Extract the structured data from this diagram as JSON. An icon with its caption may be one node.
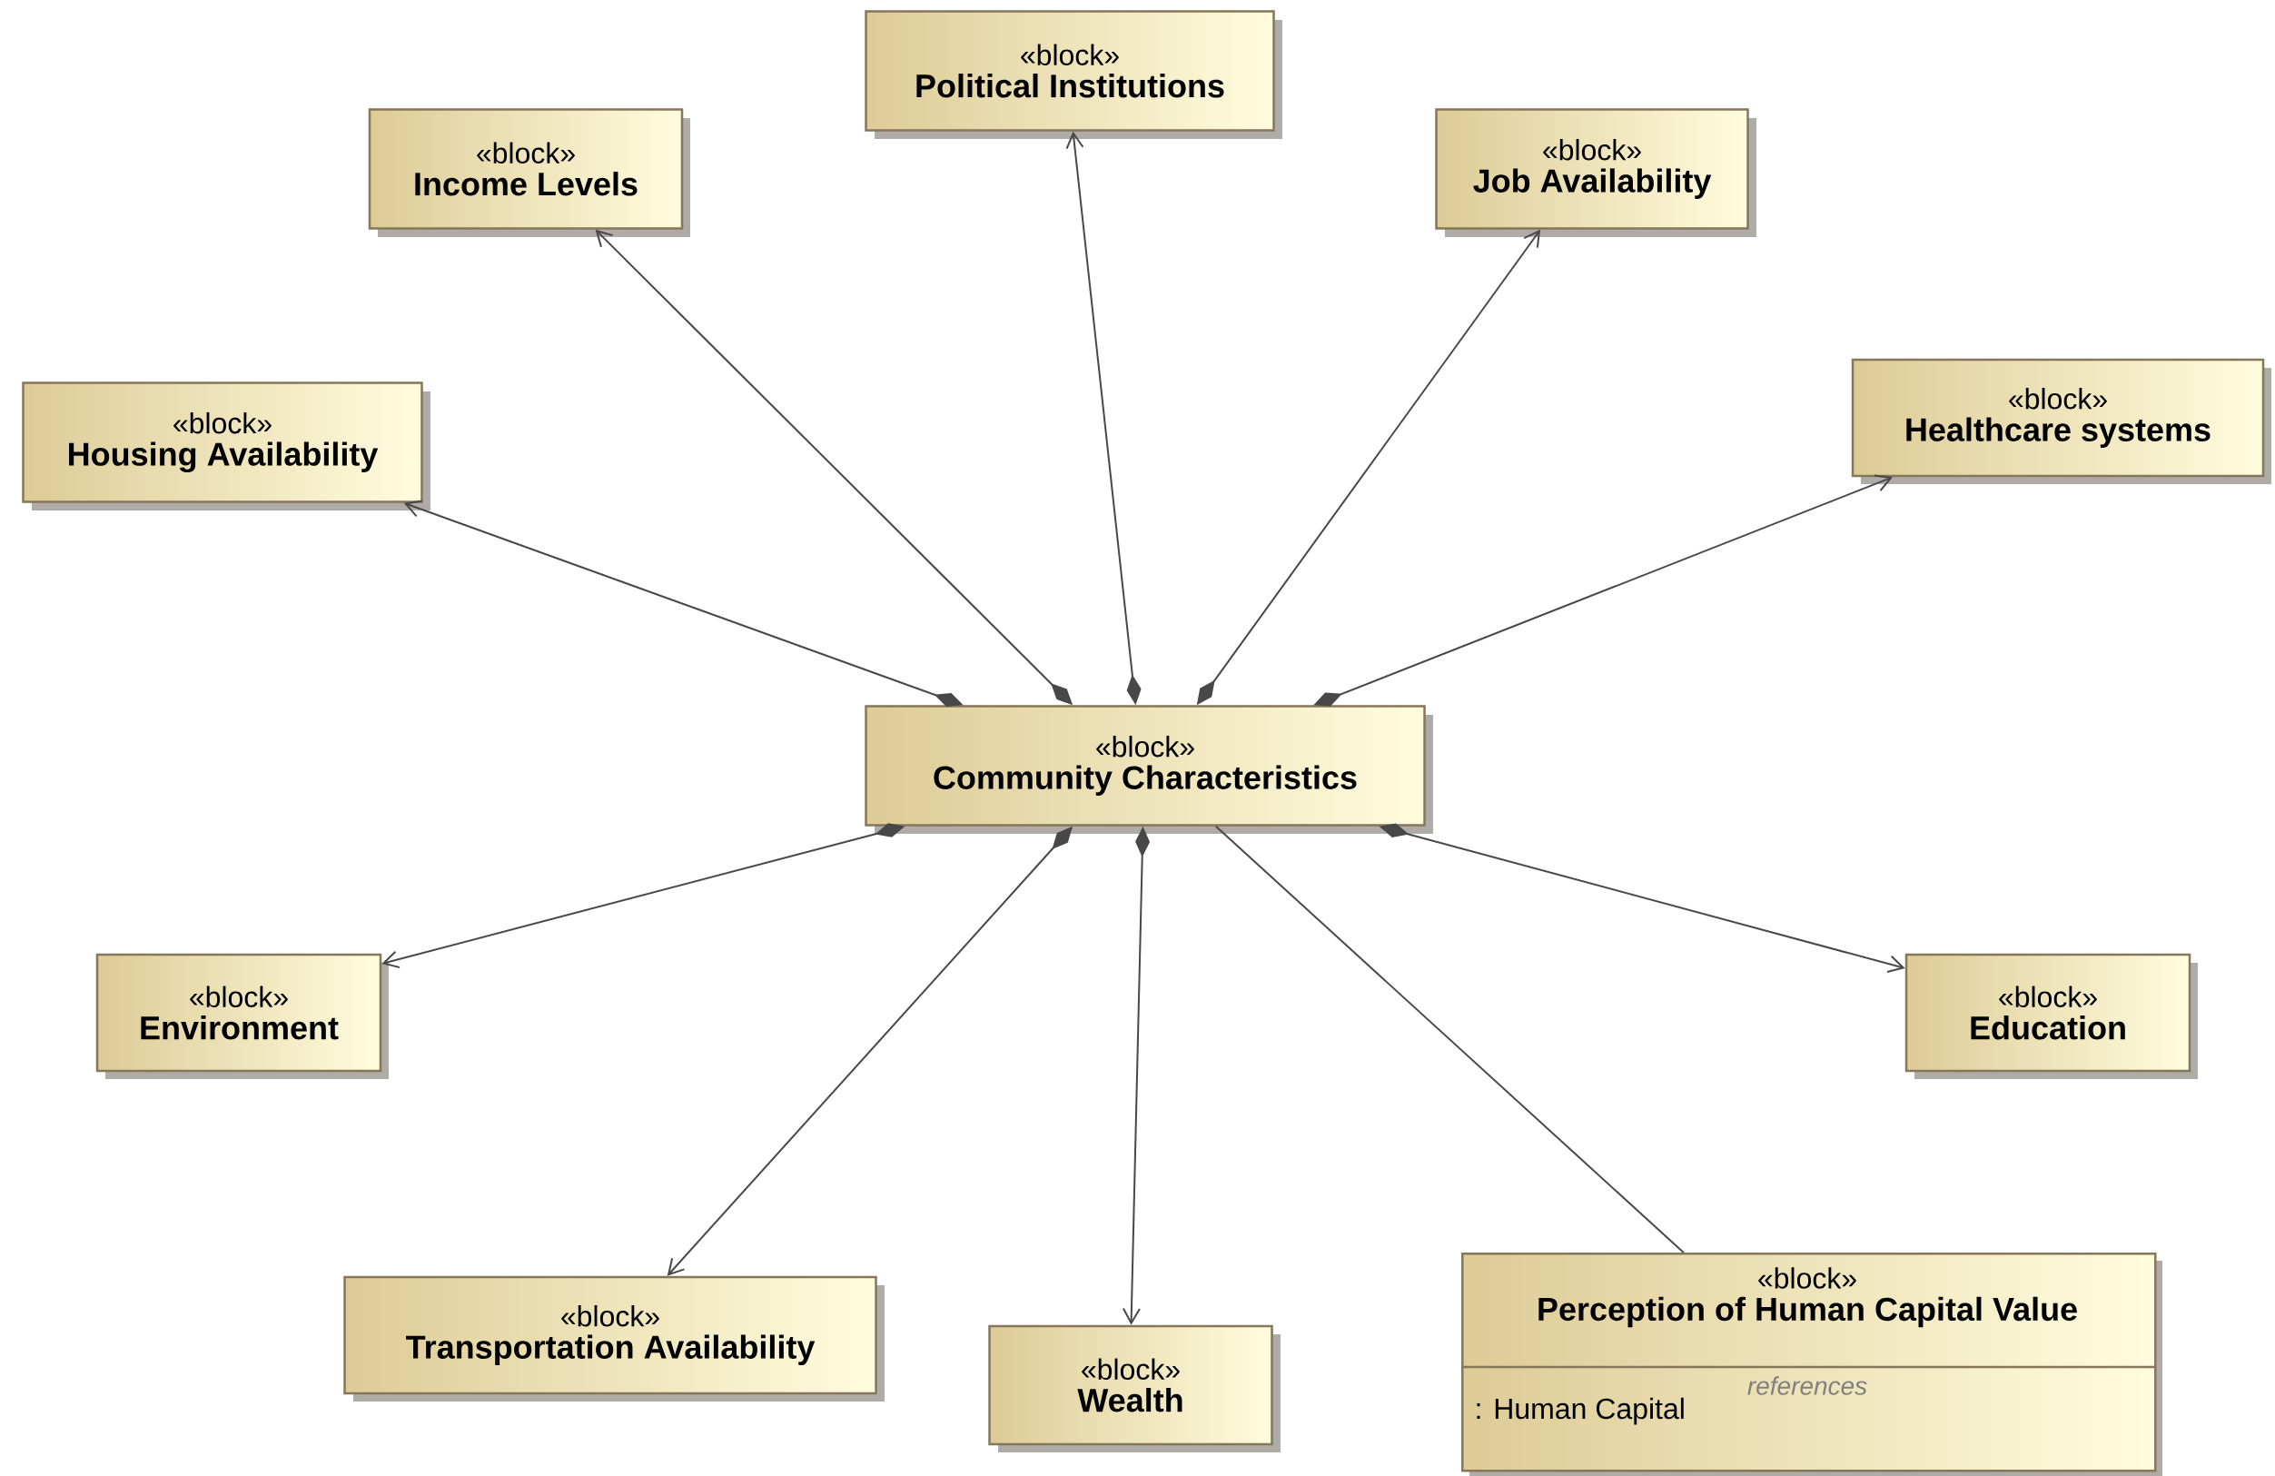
{
  "diagram": {
    "nodes": [
      {
        "text": [
          "«block»",
          "Political Institutions"
        ]
      },
      {
        "text": [
          "«block»",
          "Income Levels"
        ]
      },
      {
        "text": [
          "«block»",
          "Job Availability"
        ]
      },
      {
        "text": [
          "«block»",
          "Housing Availability"
        ]
      },
      {
        "text": [
          "«block»",
          "Healthcare systems"
        ]
      },
      {
        "text": [
          "«block»",
          "Community Characteristics"
        ]
      },
      {
        "text": [
          "«block»",
          "Environment"
        ]
      },
      {
        "text": [
          "«block»",
          "Education"
        ]
      },
      {
        "text": [
          "«block»",
          "Transportation Availability"
        ]
      },
      {
        "text": [
          "«block»",
          "Wealth"
        ]
      },
      {
        "text": [
          "«block»",
          "Perception of Human Capital Value",
          "references",
          ": Human Capital"
        ]
      }
    ],
    "edges": [
      {
        "from": 5,
        "to": 3,
        "arrow": "to"
      },
      {
        "from": 5,
        "to": 1,
        "arrow": "to"
      },
      {
        "from": 5,
        "to": 0,
        "arrow": "to"
      },
      {
        "from": 5,
        "to": 2,
        "arrow": "to"
      },
      {
        "from": 5,
        "to": 4,
        "arrow": "to"
      },
      {
        "from": 5,
        "to": 6,
        "arrow": "to"
      },
      {
        "from": 5,
        "to": 8,
        "arrow": "to"
      },
      {
        "from": 5,
        "to": 9,
        "arrow": "to"
      },
      {
        "from": 5,
        "to": 10,
        "arrow": "none"
      },
      {
        "from": 5,
        "to": 7,
        "arrow": "to"
      }
    ]
  }
}
